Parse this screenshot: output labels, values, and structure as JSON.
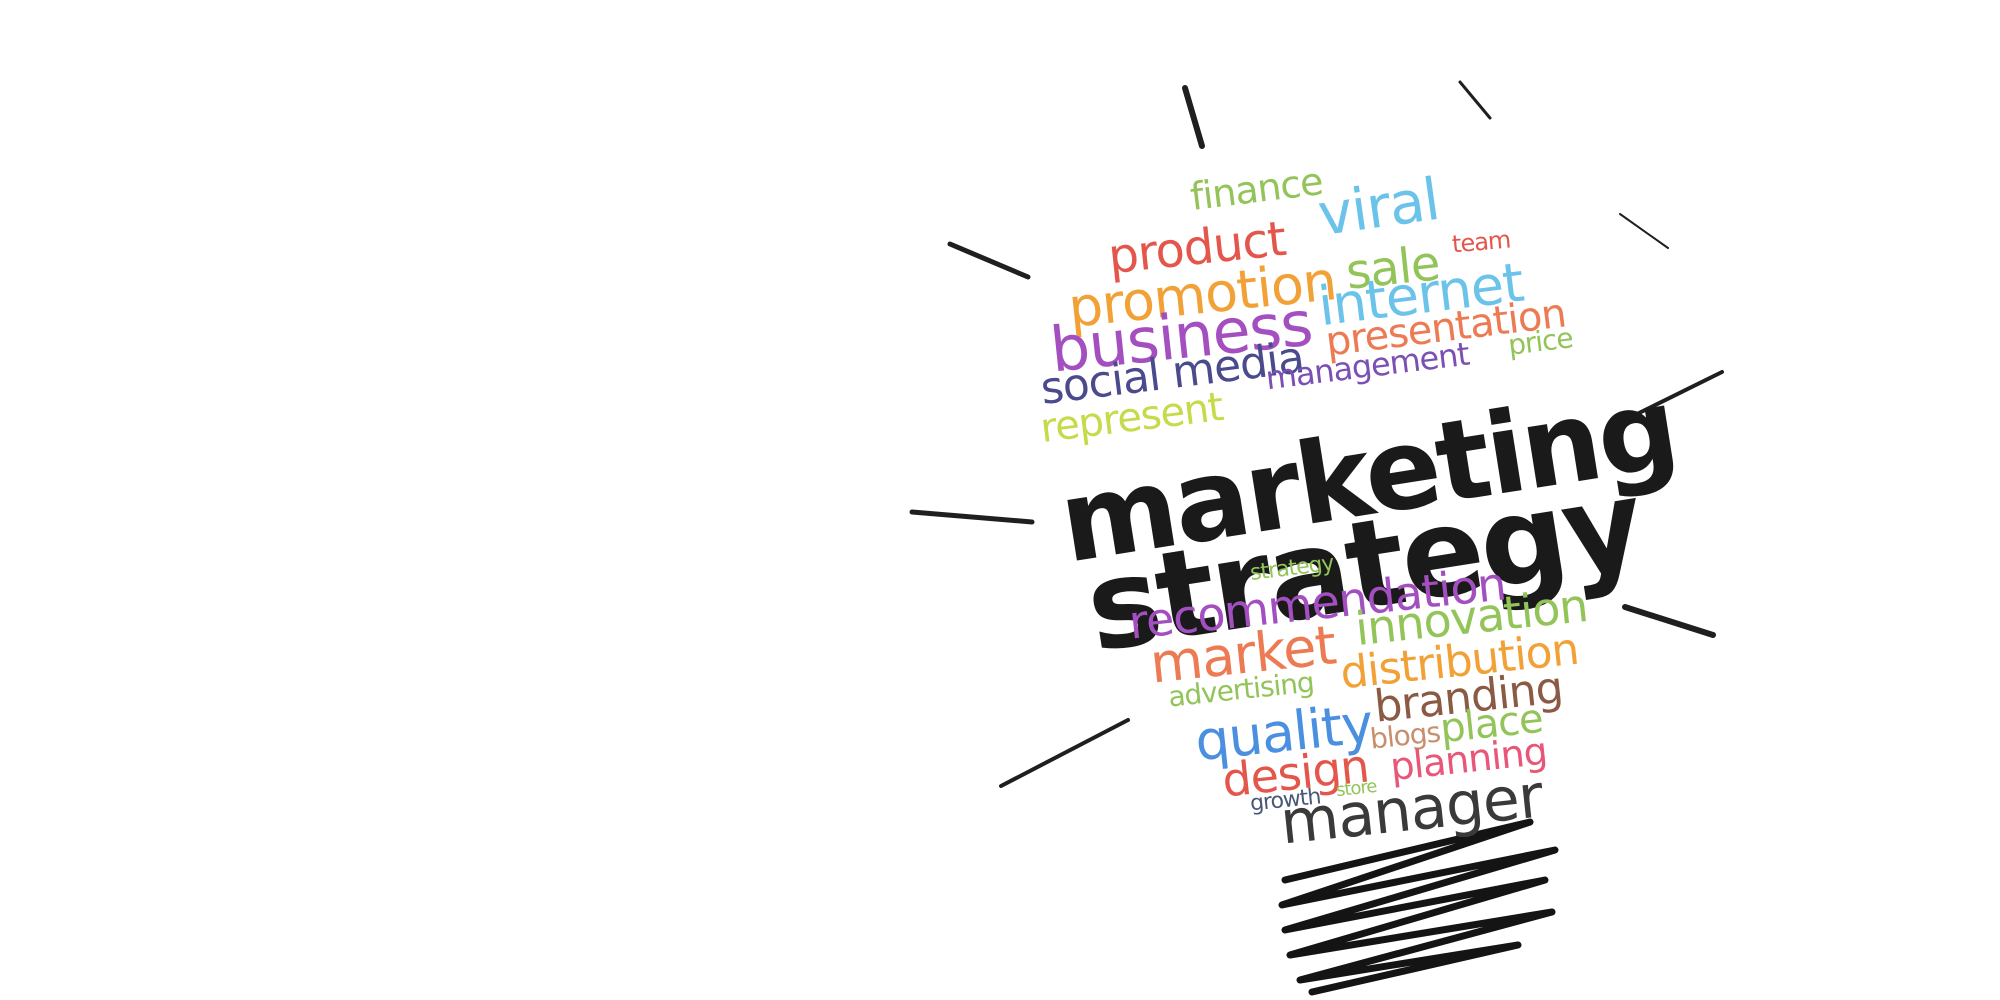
{
  "word_cloud": {
    "title_line1": "marketing",
    "title_line2": "strategy",
    "colors": {
      "ink": "#1a1a1a",
      "green": "#93c45a",
      "sky": "#6cc3ea",
      "red": "#e4564b",
      "orange": "#f2a136",
      "purple": "#a44fc0",
      "navy": "#4a4a8c",
      "violet": "#7b4fb3",
      "salmon": "#ec7a52",
      "brown": "#8a5a44",
      "tan": "#c98e6c",
      "pink": "#e85678",
      "blue": "#4a8fe0",
      "slate": "#4a5875",
      "dark": "#3a3a3a"
    },
    "words": {
      "finance": "finance",
      "viral": "viral",
      "product": "product",
      "promotion": "promotion",
      "sale": "sale",
      "team": "team",
      "business": "business",
      "internet": "internet",
      "social_media": "social media",
      "presentation": "presentation",
      "management": "management",
      "price": "price",
      "represent": "represent",
      "strategy_small": "strategy",
      "recommendation": "recommendation",
      "market": "market",
      "innovation": "innovation",
      "advertising": "advertising",
      "distribution": "distribution",
      "quality": "quality",
      "branding": "branding",
      "blogs": "blogs",
      "place": "place",
      "design": "design",
      "planning": "planning",
      "growth": "growth",
      "store": "store",
      "manager": "manager"
    }
  }
}
